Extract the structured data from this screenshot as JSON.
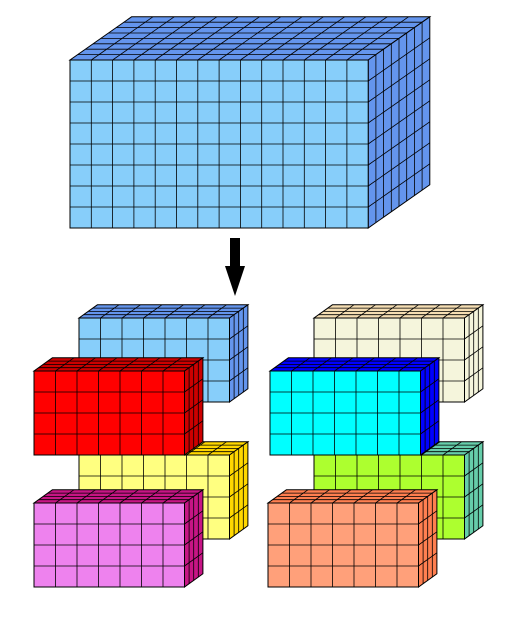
{
  "diagram": {
    "source_block": {
      "grid": {
        "cols": 14,
        "rows": 8,
        "depth": 8
      },
      "colors": {
        "front": "#87CEFA",
        "top": "#6495ED",
        "side": "#6495ED"
      }
    },
    "arrow": {
      "direction": "down",
      "color": "#000000"
    },
    "sub_blocks": [
      {
        "id": "back-left-top",
        "grid": {
          "cols": 7,
          "rows": 4,
          "depth": 4
        },
        "colors": {
          "front": "#87CEFA",
          "top": "#6495ED",
          "side": "#6495ED"
        }
      },
      {
        "id": "front-left-top",
        "grid": {
          "cols": 7,
          "rows": 4,
          "depth": 4
        },
        "colors": {
          "front": "#FF0000",
          "top": "#CC0000",
          "side": "#CC0000"
        }
      },
      {
        "id": "back-left-bottom",
        "grid": {
          "cols": 7,
          "rows": 4,
          "depth": 4
        },
        "colors": {
          "front": "#FFFF80",
          "top": "#FFD700",
          "side": "#FFD700"
        }
      },
      {
        "id": "front-left-bottom",
        "grid": {
          "cols": 7,
          "rows": 4,
          "depth": 4
        },
        "colors": {
          "front": "#EE82EE",
          "top": "#C71585",
          "side": "#C71585"
        }
      },
      {
        "id": "back-right-top",
        "grid": {
          "cols": 7,
          "rows": 4,
          "depth": 4
        },
        "colors": {
          "front": "#F5F5DC",
          "top": "#F5DEB3",
          "side": "#F5F5DC"
        }
      },
      {
        "id": "front-right-top",
        "grid": {
          "cols": 7,
          "rows": 4,
          "depth": 4
        },
        "colors": {
          "front": "#00FFFF",
          "top": "#0000FF",
          "side": "#0000FF"
        }
      },
      {
        "id": "back-right-bottom",
        "grid": {
          "cols": 7,
          "rows": 4,
          "depth": 4
        },
        "colors": {
          "front": "#ADFF2F",
          "top": "#66CDAA",
          "side": "#66CDAA"
        }
      },
      {
        "id": "front-right-bottom",
        "grid": {
          "cols": 7,
          "rows": 4,
          "depth": 4
        },
        "colors": {
          "front": "#FFA07A",
          "top": "#FF7F50",
          "side": "#FF7F50"
        }
      }
    ]
  }
}
